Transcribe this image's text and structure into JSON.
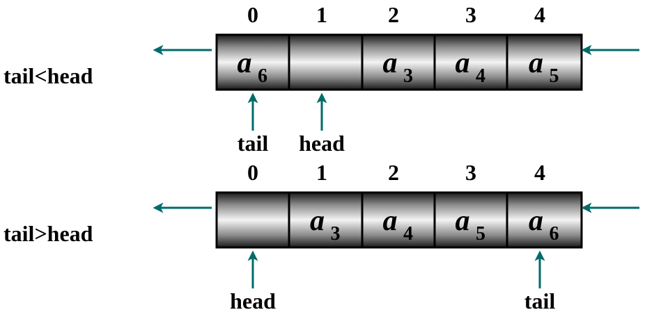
{
  "rows": [
    {
      "condition": "tail<head",
      "indices": [
        "0",
        "1",
        "2",
        "3",
        "4"
      ],
      "cells": [
        {
          "letter": "a",
          "sub": "6"
        },
        {
          "letter": "",
          "sub": ""
        },
        {
          "letter": "a",
          "sub": "3"
        },
        {
          "letter": "a",
          "sub": "4"
        },
        {
          "letter": "a",
          "sub": "5"
        }
      ],
      "pointers": [
        {
          "label": "tail",
          "index": 0
        },
        {
          "label": "head",
          "index": 1
        }
      ]
    },
    {
      "condition": "tail>head",
      "indices": [
        "0",
        "1",
        "2",
        "3",
        "4"
      ],
      "cells": [
        {
          "letter": "",
          "sub": ""
        },
        {
          "letter": "a",
          "sub": "3"
        },
        {
          "letter": "a",
          "sub": "4"
        },
        {
          "letter": "a",
          "sub": "5"
        },
        {
          "letter": "a",
          "sub": "6"
        }
      ],
      "pointers": [
        {
          "label": "head",
          "index": 0
        },
        {
          "label": "tail",
          "index": 4
        }
      ]
    }
  ],
  "colors": {
    "arrow": "#006b6b",
    "cell_dark": "#222222",
    "cell_light": "#f2f2f2"
  }
}
